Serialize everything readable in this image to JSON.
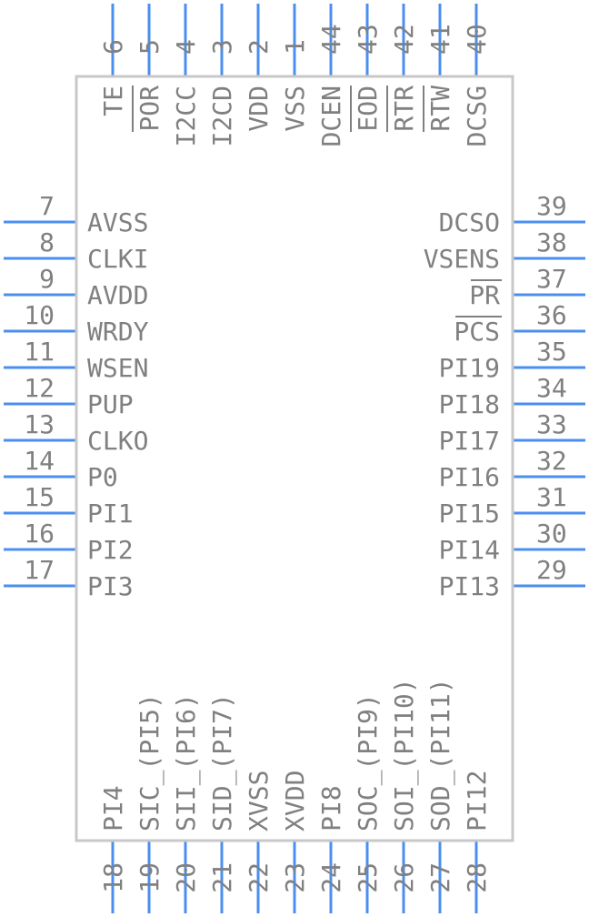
{
  "colors": {
    "pin": "#4a8ff0",
    "body": "#c8c8c8",
    "text": "#808080"
  },
  "top_pins": [
    {
      "num": "6",
      "label": "TE",
      "overbar": false
    },
    {
      "num": "5",
      "label": "POR",
      "overbar": true
    },
    {
      "num": "4",
      "label": "I2CC",
      "overbar": false
    },
    {
      "num": "3",
      "label": "I2CD",
      "overbar": false
    },
    {
      "num": "2",
      "label": "VDD",
      "overbar": false
    },
    {
      "num": "1",
      "label": "VSS",
      "overbar": false
    },
    {
      "num": "44",
      "label": "DCEN",
      "overbar": false
    },
    {
      "num": "43",
      "label": "EOD",
      "overbar": true
    },
    {
      "num": "42",
      "label": "RTR",
      "overbar": true
    },
    {
      "num": "41",
      "label": "RTW",
      "overbar": true
    },
    {
      "num": "40",
      "label": "DCSG",
      "overbar": false
    }
  ],
  "left_pins": [
    {
      "num": "7",
      "label": "AVSS"
    },
    {
      "num": "8",
      "label": "CLKI"
    },
    {
      "num": "9",
      "label": "AVDD"
    },
    {
      "num": "10",
      "label": "WRDY"
    },
    {
      "num": "11",
      "label": "WSEN"
    },
    {
      "num": "12",
      "label": "PUP"
    },
    {
      "num": "13",
      "label": "CLKO"
    },
    {
      "num": "14",
      "label": "P0"
    },
    {
      "num": "15",
      "label": "PI1"
    },
    {
      "num": "16",
      "label": "PI2"
    },
    {
      "num": "17",
      "label": "PI3"
    }
  ],
  "right_pins": [
    {
      "num": "39",
      "label": "DCSO",
      "overbar": false
    },
    {
      "num": "38",
      "label": "VSENS",
      "overbar": false
    },
    {
      "num": "37",
      "label": "PR",
      "overbar": true
    },
    {
      "num": "36",
      "label": "PCS",
      "overbar": true
    },
    {
      "num": "35",
      "label": "PI19",
      "overbar": false
    },
    {
      "num": "34",
      "label": "PI18",
      "overbar": false
    },
    {
      "num": "33",
      "label": "PI17",
      "overbar": false
    },
    {
      "num": "32",
      "label": "PI16",
      "overbar": false
    },
    {
      "num": "31",
      "label": "PI15",
      "overbar": false
    },
    {
      "num": "30",
      "label": "PI14",
      "overbar": false
    },
    {
      "num": "29",
      "label": "PI13",
      "overbar": false
    }
  ],
  "bottom_pins": [
    {
      "num": "18",
      "label": "PI4"
    },
    {
      "num": "19",
      "label": "SIC_(PI5)"
    },
    {
      "num": "20",
      "label": "SII_(PI6)"
    },
    {
      "num": "21",
      "label": "SID_(PI7)"
    },
    {
      "num": "22",
      "label": "XVSS"
    },
    {
      "num": "23",
      "label": "XVDD"
    },
    {
      "num": "24",
      "label": "PI8"
    },
    {
      "num": "25",
      "label": "SOC_(PI9)"
    },
    {
      "num": "26",
      "label": "SOI_(PI10)"
    },
    {
      "num": "27",
      "label": "SOD_(PI11)"
    },
    {
      "num": "28",
      "label": "PI12"
    }
  ]
}
